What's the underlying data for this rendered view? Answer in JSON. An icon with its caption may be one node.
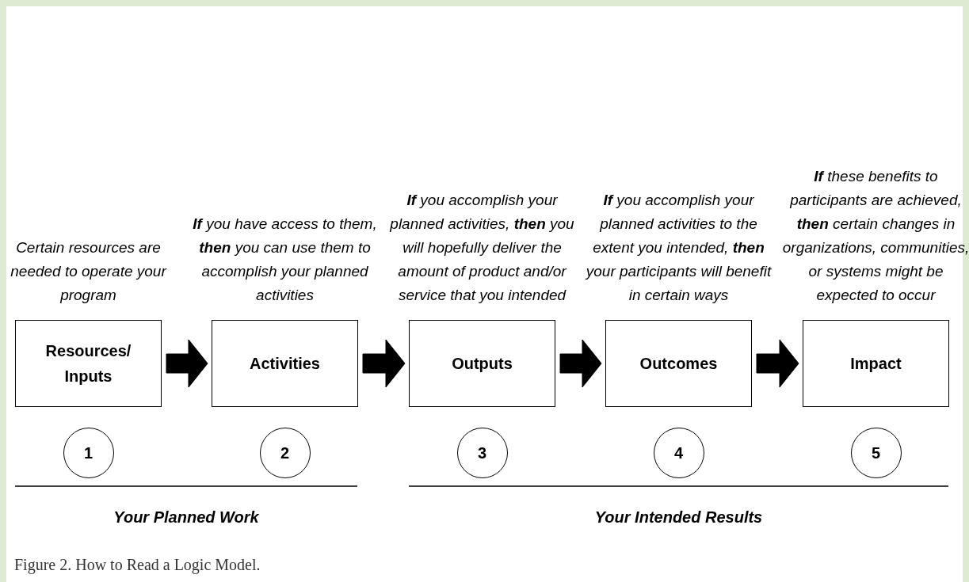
{
  "diagram": {
    "caption": "Figure 2. How to Read a Logic Model.",
    "nodes": [
      {
        "text": [
          "Resources/ Inputs"
        ],
        "beside": [
          "Certain resources are needed to operate your program"
        ]
      },
      {
        "text": [
          "Activities"
        ],
        "beside": [
          "**If** you have access to them, **then** you can use them to accomplish your planned activities"
        ]
      },
      {
        "text": [
          "Outputs"
        ],
        "beside": [
          "**If** you accomplish your planned activities, **then** you will hopefully deliver the amount of product and/or service that you intended"
        ]
      },
      {
        "text": [
          "Outcomes"
        ],
        "beside": [
          "**If** you accomplish your planned activities to the extent you intended, **then** your participants will benefit in certain ways"
        ]
      },
      {
        "text": [
          "Impact"
        ],
        "beside": [
          "**If** these benefits to participants are achieved, **then** certain changes in organizations, communities, or systems might be expected to occur"
        ]
      },
      {
        "text": [
          "1"
        ]
      },
      {
        "text": [
          "2"
        ]
      },
      {
        "text": [
          "3"
        ]
      },
      {
        "text": [
          "4"
        ]
      },
      {
        "text": [
          "5"
        ]
      }
    ],
    "edges": [
      {
        "from": 0,
        "to": 1,
        "arrow": "to"
      },
      {
        "from": 1,
        "to": 2,
        "arrow": "to"
      },
      {
        "from": 2,
        "to": 3,
        "arrow": "to"
      },
      {
        "from": 3,
        "to": 4,
        "arrow": "to"
      }
    ],
    "labels": [
      "Your Planned Work",
      "Your Intended Results"
    ]
  }
}
